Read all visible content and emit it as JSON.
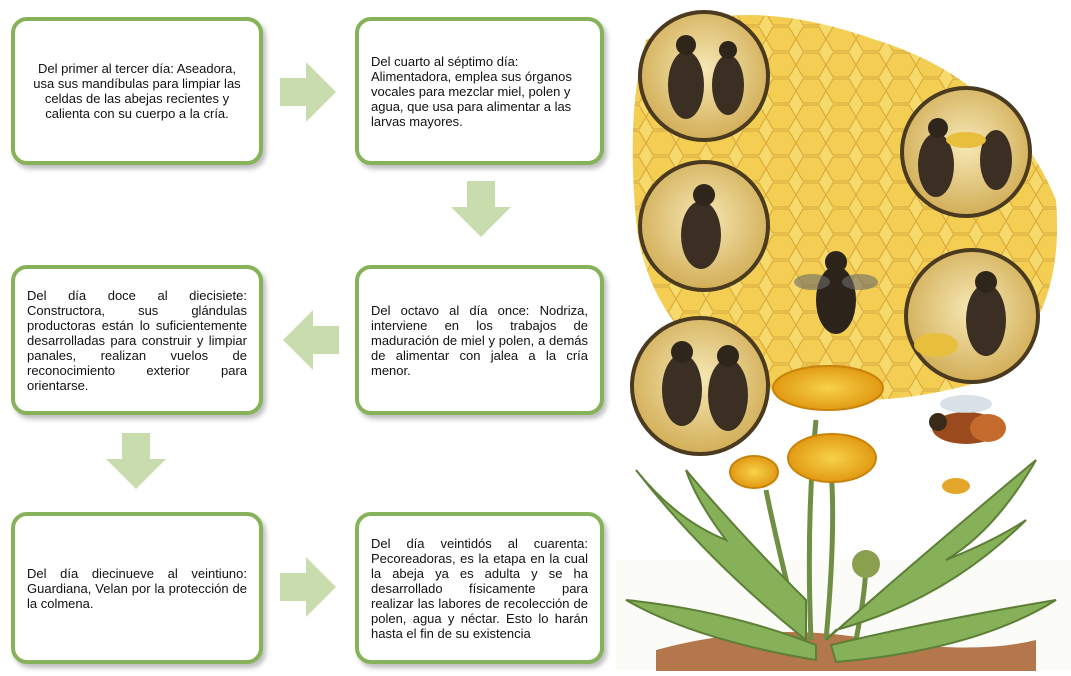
{
  "stages": [
    {
      "text": "Del primer al tercer día: Aseadora, usa sus mandíbulas para limpiar las celdas de las abejas recientes y calienta con su cuerpo a la cría."
    },
    {
      "text": "Del cuarto al séptimo día: Alimentadora, emplea sus órganos vocales para mezclar miel, polen y agua, que usa para alimentar a las larvas mayores."
    },
    {
      "text": "Del octavo al día once: Nodriza, interviene en los trabajos de maduración de miel y polen, a demás de alimentar con jalea a la cría menor."
    },
    {
      "text": "Del día doce al diecisiete: Constructora, sus glándulas productoras están lo suficientemente desarrolladas para construir y limpiar panales, realizan vuelos de reconocimiento exterior para orientarse."
    },
    {
      "text": "Del día diecinueve al veintiuno: Guardiana, Velan por la protección de la colmena."
    },
    {
      "text": "Del día veintidós al cuarenta: Pecoreadoras, es la etapa en la cual la abeja ya es adulta y se ha desarrollado físicamente para realizar las labores de recolección de polen, agua y néctar. Esto lo harán hasta el fin de su existencia"
    }
  ],
  "colors": {
    "box_border": "#86b35a",
    "arrow_fill": "#c9dcae",
    "honeycomb": "#f2cf55",
    "flower": "#f0b020",
    "leaf": "#7faa55"
  }
}
